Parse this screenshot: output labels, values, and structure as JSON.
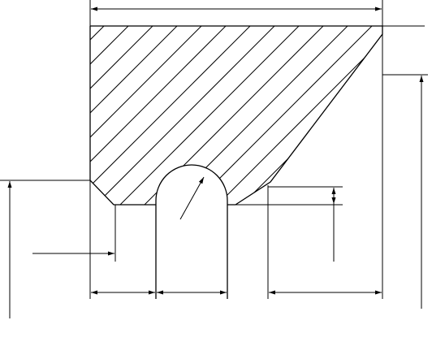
{
  "figure": {
    "kind": "engineering cross-section drawing",
    "colors": {
      "line": "#000000",
      "background": "#ffffff"
    },
    "hatch": {
      "pattern": "diagonal lines",
      "angle_deg": 45
    },
    "visible_text": []
  }
}
